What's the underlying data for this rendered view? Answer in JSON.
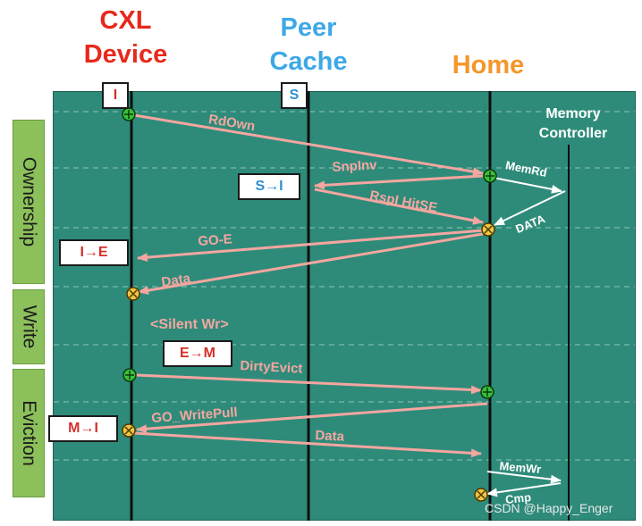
{
  "headers": {
    "device": "CXL\nDevice",
    "peer": "Peer\nCache",
    "home": "Home"
  },
  "colors": {
    "device": "#e8281c",
    "peer": "#3ea8e6",
    "home": "#f5962a",
    "panel": "#2e8b7a",
    "phase": "#8cc05a",
    "message": "#f4a6a0",
    "white_message": "#ffffff",
    "state_text_device": "#d6302a",
    "state_text_peer": "#2f8fd4"
  },
  "memory_controller": "Memory\nController",
  "phases": [
    "Ownership",
    "Write",
    "Eviction"
  ],
  "initial_states": {
    "device": "I",
    "peer": "S"
  },
  "state_changes": {
    "peer_s_to_i": "S→I",
    "device_i_to_e": "I→E",
    "device_e_to_m": "E→M",
    "device_m_to_i": "M→I"
  },
  "messages": {
    "rdown": "RdOwn",
    "snpinv": "SnpInv",
    "rspi": "RspI HitSE",
    "memrd": "MemRd",
    "data_mem": "DATA",
    "goe": "GO-E",
    "data1": "Data",
    "dirtyevict": "DirtyEvict",
    "gowritepull": "GO_WritePull",
    "data2": "Data",
    "memwr": "MemWr",
    "cmp": "Cmp"
  },
  "silent_write": "<Silent Wr>",
  "watermark": "CSDN @Happy_Enger"
}
